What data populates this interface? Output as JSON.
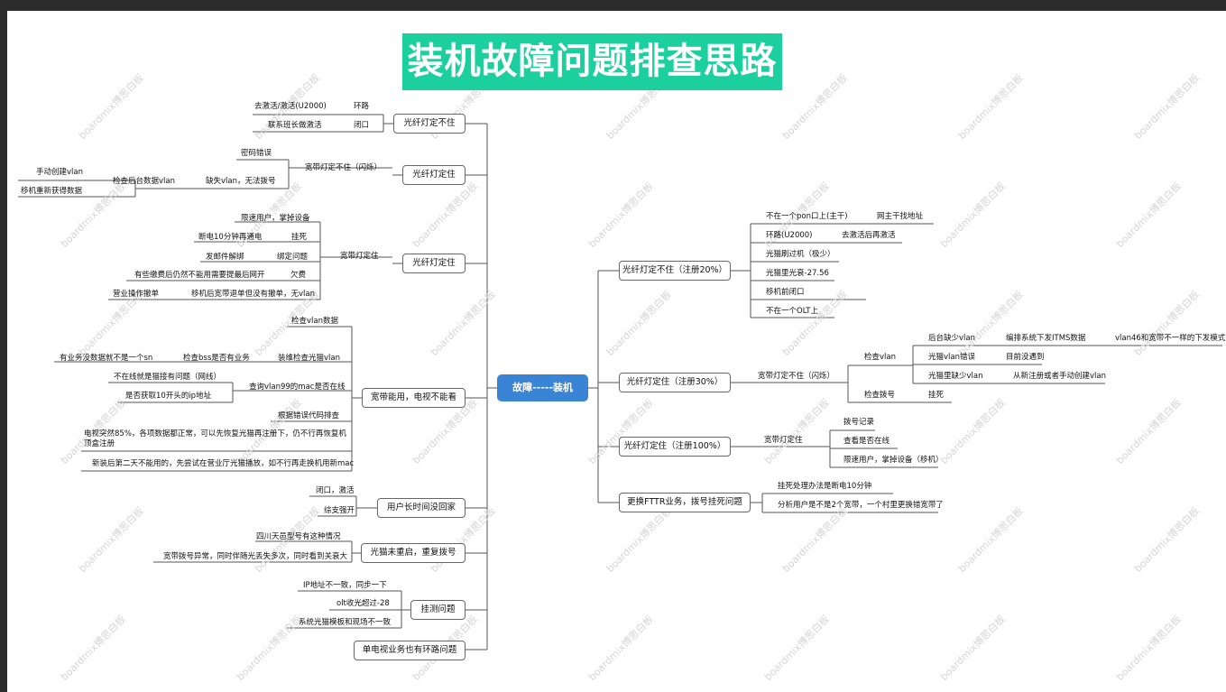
{
  "title": "装机故障问题排查思路",
  "root": "故障-----装机",
  "watermark": "boardmix博思白板",
  "left": {
    "b1": {
      "label": "光纤灯定不住",
      "items": [
        "去激活/激活(U2000)",
        "环路",
        "联系班长做激活",
        "闭口"
      ]
    },
    "b2": {
      "label": "光纤灯定住",
      "sub": "宽带灯定不住（闪烁）",
      "items": [
        "密码错误",
        "缺失vlan，无法拨号",
        "检查后台数据vlan",
        "手动创建vlan",
        "移机重新获得数据"
      ]
    },
    "b3": {
      "label": "光纤灯定住",
      "sub": "宽带灯定住",
      "items": [
        "限速用户，掌掉设备",
        "断电10分钟再通电",
        "挂死",
        "发邮件解绑",
        "绑定问题",
        "有些缴费后仍然不能用需要提最后网开",
        "欠费",
        "营业操作撤单",
        "移机后宽带退单但没有撤单，无vlan"
      ]
    },
    "b4": {
      "label": "宽带能用，电视不能看",
      "items": [
        "检查vlan数据",
        "装维检查光猫vlan",
        "检查bss是否有业务",
        "有业务没数据就不是一个sn",
        "查询vlan99的mac是否在线",
        "不在线就是猫接有问题（网线）",
        "是否获取10开头的ip地址",
        "根据错误代码排查",
        "电视突然85%，各项数据都正常，可以先恢复光猫再注册下，仍不行再恢复机顶盒注册",
        "新装后第二天不能用的，先尝试在营业厅光猫播放，如不行再走换机用新mac"
      ]
    },
    "b5": {
      "label": "用户长时间没回家",
      "items": [
        "闭口，激活",
        "综支强开"
      ]
    },
    "b6": {
      "label": "光猫未重启，重复拨号",
      "items": [
        "四川天邑型号有这种情况",
        "宽带拨号异常，同时伴随光丢失多次，同时看到关衰大"
      ]
    },
    "b7": {
      "label": "挂测问题",
      "items": [
        "IP地址不一致，同步一下",
        "olt收光超过-28",
        "系统光猫模板和现场不一致"
      ]
    },
    "b8": {
      "label": "单电视业务也有环路问题"
    }
  },
  "right": {
    "r1": {
      "label": "光纤灯定不住（注册20%）",
      "items": [
        "不在一个pon口上(主干)",
        "网主干找地址",
        "环路(U2000)",
        "去激活后再激活",
        "光猫刷过机（极少）",
        "光猫里光衰-27.56",
        "移机前闭口",
        "不在一个OLT上"
      ]
    },
    "r2": {
      "label": "光纤灯定住（注册30%）",
      "sub": "宽带灯定不住（闪烁）",
      "items": [
        "检查vlan",
        "后台缺少vlan",
        "编排系统下发ITMS数据",
        "vlan46和宽带不一样的下发模式",
        "光猫vlan错误",
        "目前没遇到",
        "光猫里缺少vlan",
        "从新注册或者手动创建vlan",
        "检查拨号",
        "挂死"
      ]
    },
    "r3": {
      "label": "光纤灯定住（注册100%）",
      "sub": "宽带灯定住",
      "items": [
        "拨号记录",
        "查看是否在线",
        "限速用户，掌掉设备（移机）"
      ]
    },
    "r4": {
      "label": "更换FTTR业务，拨号挂死问题",
      "items": [
        "挂死处理办法是断电10分钟",
        "分析用户是不是2个宽带，一个村里更换错宽带了"
      ]
    }
  }
}
